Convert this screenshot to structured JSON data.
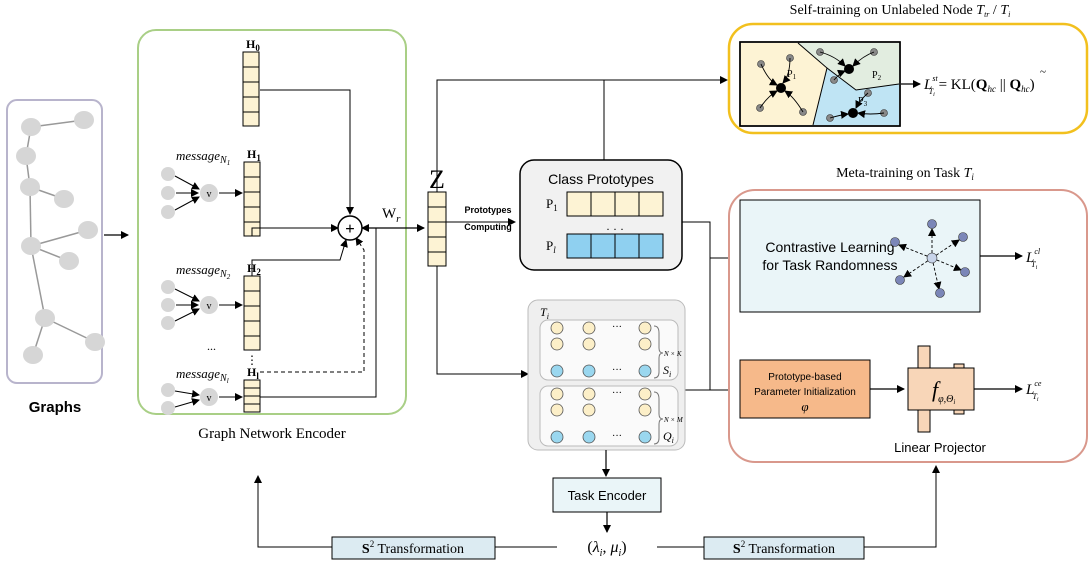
{
  "colors": {
    "graph_border": "#b8b4cc",
    "encoder_border": "#a9cf86",
    "self_training_border": "#f2c01e",
    "meta_border": "#d9988c",
    "matrix_fill": "#fdf3d4",
    "proto_blue": "#8fd0f0",
    "task_box_fill": "#eaf5f8",
    "param_init_fill": "#f6b98a",
    "projector_fill": "#f8d6b8",
    "node_gray": "#d6d6d6",
    "node_blue": "#7b86b8",
    "support_node_yellow": "#fcefc8",
    "support_node_blue": "#9ad7ef"
  },
  "graphs": {
    "label": "Graphs"
  },
  "encoder": {
    "label": "Graph Network Encoder",
    "h0": "H",
    "h0_sub": "0",
    "h1": "H",
    "h1_sub": "1",
    "h2": "H",
    "h2_sub": "2",
    "hl": "H",
    "hl_sub": "l",
    "message": "message",
    "msg1_sub": "N",
    "msg1_subsub": "1",
    "msg2_sub": "N",
    "msg2_subsub": "2",
    "msgl_sub": "N",
    "msgl_subsub": "l",
    "node_v": "v",
    "ellipsis": "...",
    "vdots": "⋮",
    "plus": "+"
  },
  "wr": {
    "main": "W",
    "sub": "r"
  },
  "z_label": "Z",
  "prototypes_computing": {
    "line1": "Prototypes",
    "line2": "Computing"
  },
  "class_prototypes": {
    "title": "Class Prototypes",
    "p1": "P",
    "p1_sub": "1",
    "pl": "P",
    "pl_sub": "l",
    "dots": "· · ·"
  },
  "task_set": {
    "title": "T",
    "title_sub": "i",
    "nk": "N × K",
    "nm": "N × M",
    "support": "S",
    "support_sub": "i",
    "query": "Q",
    "query_sub": "i",
    "dots": "···"
  },
  "self_training": {
    "title": "Self-training on Unlabeled Node",
    "title_sym": "T",
    "title_sym_sub": "tr",
    "title_sym2": "T",
    "title_sym2_sub": "i",
    "p1": "P",
    "p1_sub": "1",
    "p2": "P",
    "p2_sub": "2",
    "p3": "P",
    "p3_sub": "3",
    "loss": "L",
    "loss_sup": "st",
    "loss_sub": "T",
    "loss_subsub": "i",
    "kl": "= KL(",
    "q": "Q",
    "q_sub": "hc",
    "sep": " || ",
    "q2": "Q",
    "q2_tilde": "~",
    "q2_sub": "hc",
    "close": ")"
  },
  "meta_training": {
    "title": "Meta-training on Task",
    "title_sym": "T",
    "title_sym_sub": "i",
    "contrastive_line1": "Contrastive Learning",
    "contrastive_line2": "for Task Randomness",
    "loss_cl": "L",
    "loss_cl_sup": "cl",
    "loss_cl_sub": "T",
    "loss_cl_subsub": "i",
    "param_init_line1": "Prototype-based",
    "param_init_line2": "Parameter Initialization",
    "param_init_sym": "φ",
    "f": "f",
    "f_sub": "φ,Θ",
    "f_subsub": "i",
    "loss_ce": "L",
    "loss_ce_sup": "ce",
    "loss_ce_sub": "T",
    "loss_ce_subsub": "i",
    "linear_projector": "Linear Projector"
  },
  "task_encoder": {
    "label": "Task Encoder"
  },
  "s2_left": {
    "bold": "S",
    "sup": "2",
    "rest": "Transformation"
  },
  "s2_right": {
    "bold": "S",
    "sup": "2",
    "rest": "Transformation"
  },
  "lambda_mu": {
    "open": "(",
    "lambda": "λ",
    "lambda_sub": "i",
    "comma": ", ",
    "mu": "μ",
    "mu_sub": "i",
    "close": ")"
  }
}
